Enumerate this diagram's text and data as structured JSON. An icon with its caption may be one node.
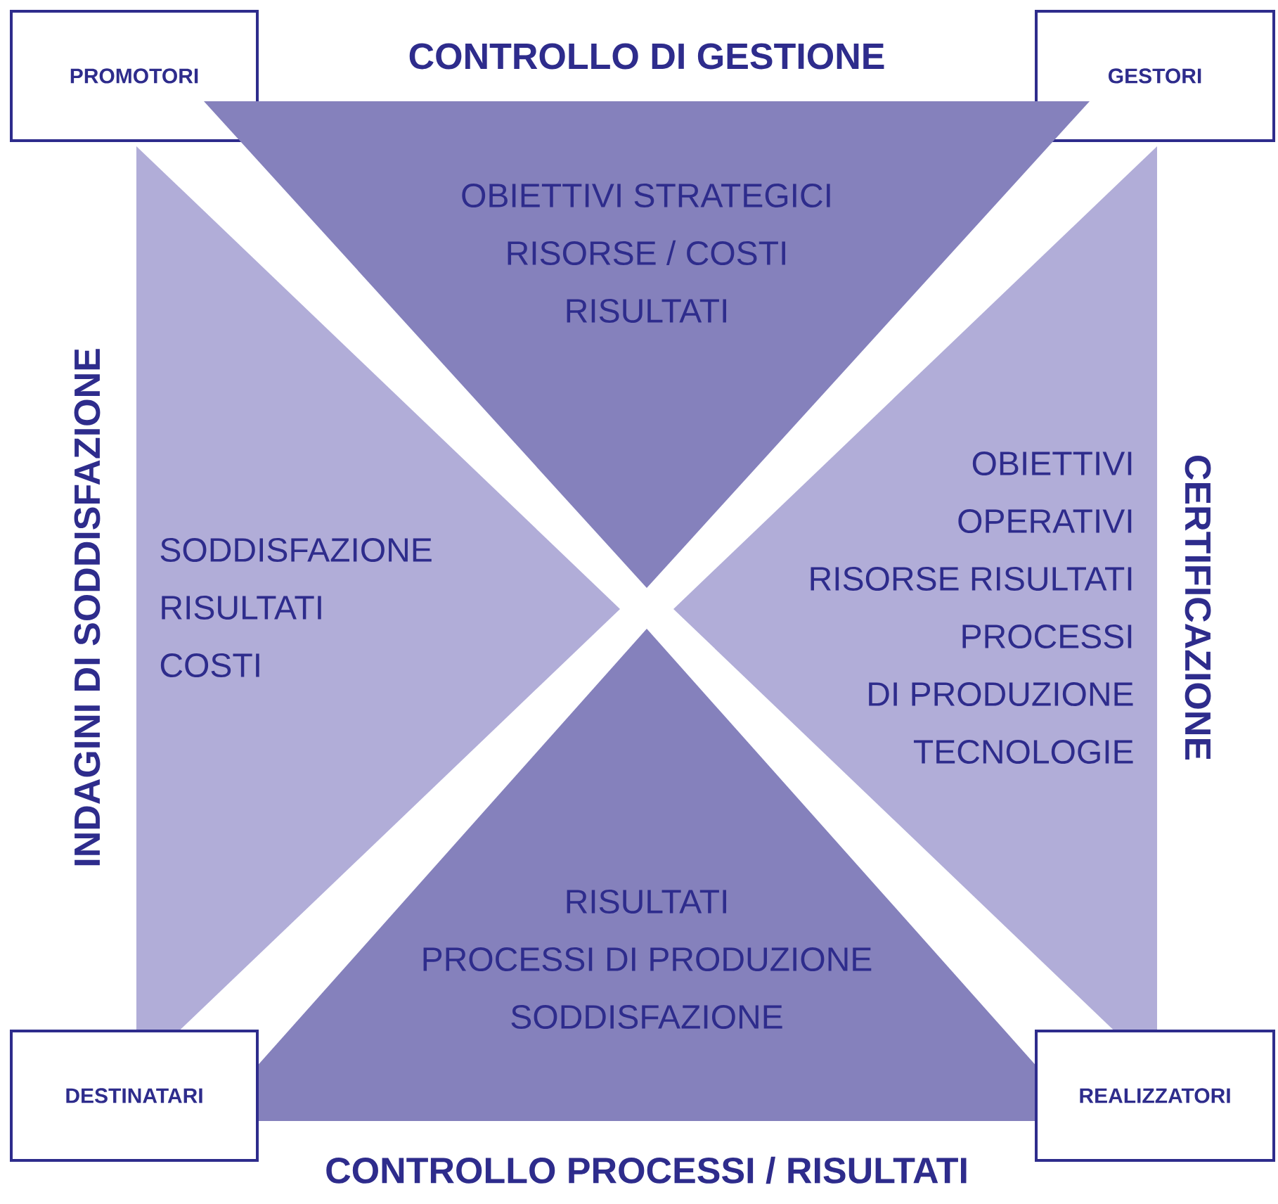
{
  "diagram": {
    "nodes": [
      {
        "text": [
          "PROMOTORI"
        ]
      },
      {
        "text": [
          "GESTORI"
        ]
      },
      {
        "text": [
          "OBIETTIVI STRATEGICI",
          "RISORSE / COSTI",
          "RISULTATI"
        ]
      },
      {
        "text": [
          "SODDISFAZIONE",
          "RISULTATI",
          "COSTI"
        ]
      },
      {
        "text": [
          "OBIETTIVI",
          "OPERATIVI",
          "RISORSE RISULTATI",
          "PROCESSI",
          "DI PRODUZIONE",
          "TECNOLOGIE"
        ]
      },
      {
        "text": [
          "RISULTATI",
          "PROCESSI DI PRODUZIONE",
          "SODDISFAZIONE"
        ]
      },
      {
        "text": [
          "DESTINATARI"
        ]
      },
      {
        "text": [
          "REALIZZATORI"
        ]
      }
    ],
    "labels": [
      "CONTROLLO DI GESTIONE",
      "INDAGINI DI SODDISFAZIONE",
      "CERTIFICAZIONE",
      "CONTROLLO PROCESSI / RISULTATI"
    ]
  }
}
